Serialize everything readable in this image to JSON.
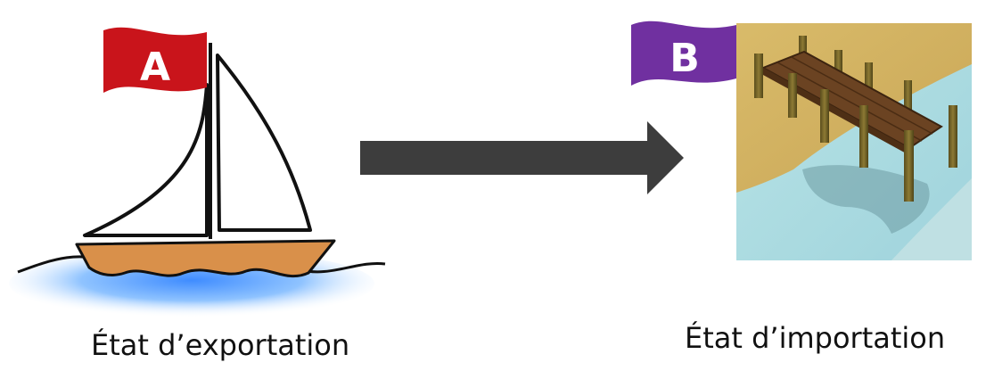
{
  "origin": {
    "flag_letter": "A",
    "flag_color": "#c9141b",
    "caption": "État d’exportation",
    "icon": "sailboat-icon"
  },
  "destination": {
    "flag_letter": "B",
    "flag_color": "#7030a0",
    "caption": "État d’importation",
    "icon": "dock-pier-icon"
  },
  "connector": {
    "icon": "right-arrow-icon",
    "color": "#3d3d3d"
  },
  "colors": {
    "hull": "#d9904a",
    "water": "#4f9fff",
    "sand": "#d8b865",
    "sea": "#a9dbe0",
    "wood": "#6b4322",
    "post": "#7a6a2a"
  }
}
